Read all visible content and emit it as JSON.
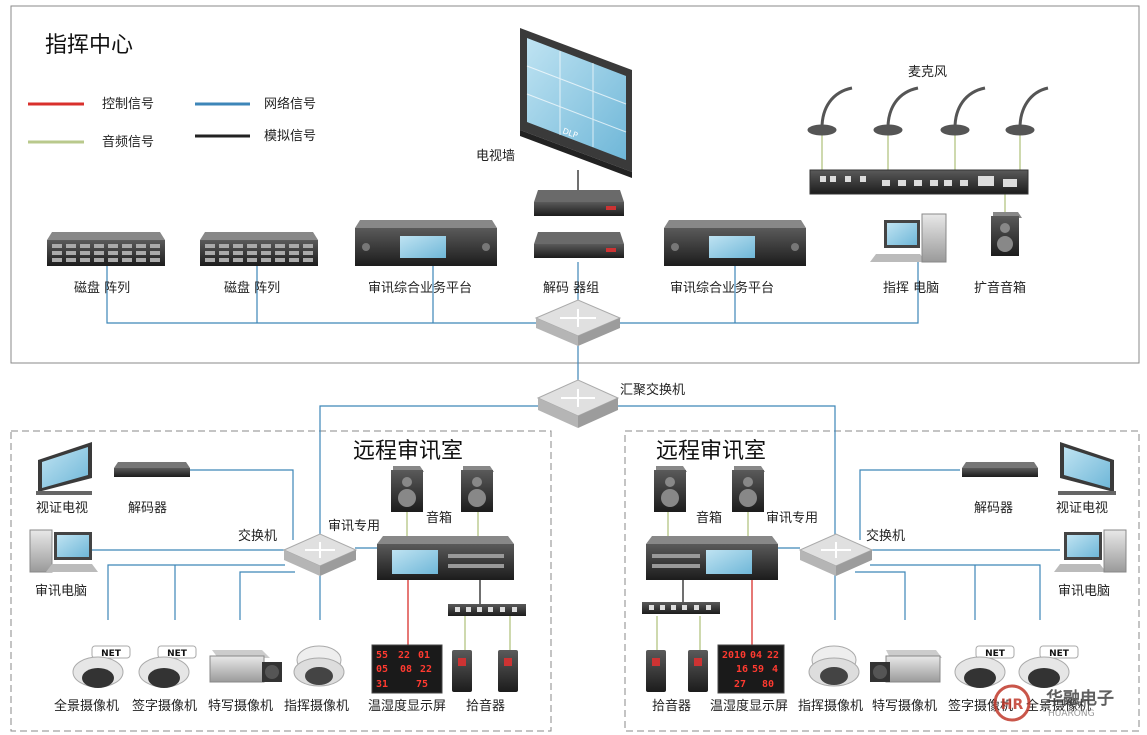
{
  "command_center": {
    "title": "指挥中心",
    "legend": [
      {
        "label": "控制信号",
        "color": "#d9302c"
      },
      {
        "label": "网络信号",
        "color": "#3d86b8"
      },
      {
        "label": "音频信号",
        "color": "#b9c98c"
      },
      {
        "label": "模拟信号",
        "color": "#222222"
      }
    ],
    "devices": {
      "tv_wall": "电视墙",
      "dlp": "DLP",
      "microphone": "麦克风",
      "disk_array_1": "磁盘 阵列",
      "disk_array_2": "磁盘 阵列",
      "platform_1": "审讯综合业务平台",
      "decoder_group": "解码 器组",
      "platform_2": "审讯综合业务平台",
      "command_pc": "指挥 电脑",
      "speaker": "扩音音箱"
    }
  },
  "aggregation_switch": "汇聚交换机",
  "left_room": {
    "title": "远程审讯室",
    "video_tv": "视证电视",
    "decoder": "解码器",
    "switch": "交换机",
    "dedicated": "审讯专用",
    "speaker": "音箱",
    "pc": "审讯电脑",
    "net_badge_1": "NET",
    "net_badge_2": "NET",
    "cameras": [
      "全景摄像机",
      "签字摄像机",
      "特写摄像机",
      "指挥摄像机"
    ],
    "display": "温湿度显示屏",
    "pickup": "拾音器",
    "led_digits": [
      "55",
      "22",
      "01",
      "05",
      "08",
      "22",
      "31",
      "75"
    ]
  },
  "right_room": {
    "title": "远程审讯室",
    "video_tv": "视证电视",
    "decoder": "解码器",
    "switch": "交换机",
    "dedicated": "审讯专用",
    "speaker": "音箱",
    "pc": "审讯电脑",
    "net_badge_1": "NET",
    "net_badge_2": "NET",
    "cameras": [
      "指挥摄像机",
      "特写摄像机",
      "签字摄像机",
      "全景摄像机"
    ],
    "display": "温湿度显示屏",
    "pickup": "拾音器",
    "led_digits": [
      "2010",
      "04",
      "22",
      "16",
      "59",
      "4",
      "27",
      "80"
    ]
  },
  "logo": {
    "name": "华融电子",
    "sub": "HUARONG",
    "mark": "HR"
  }
}
